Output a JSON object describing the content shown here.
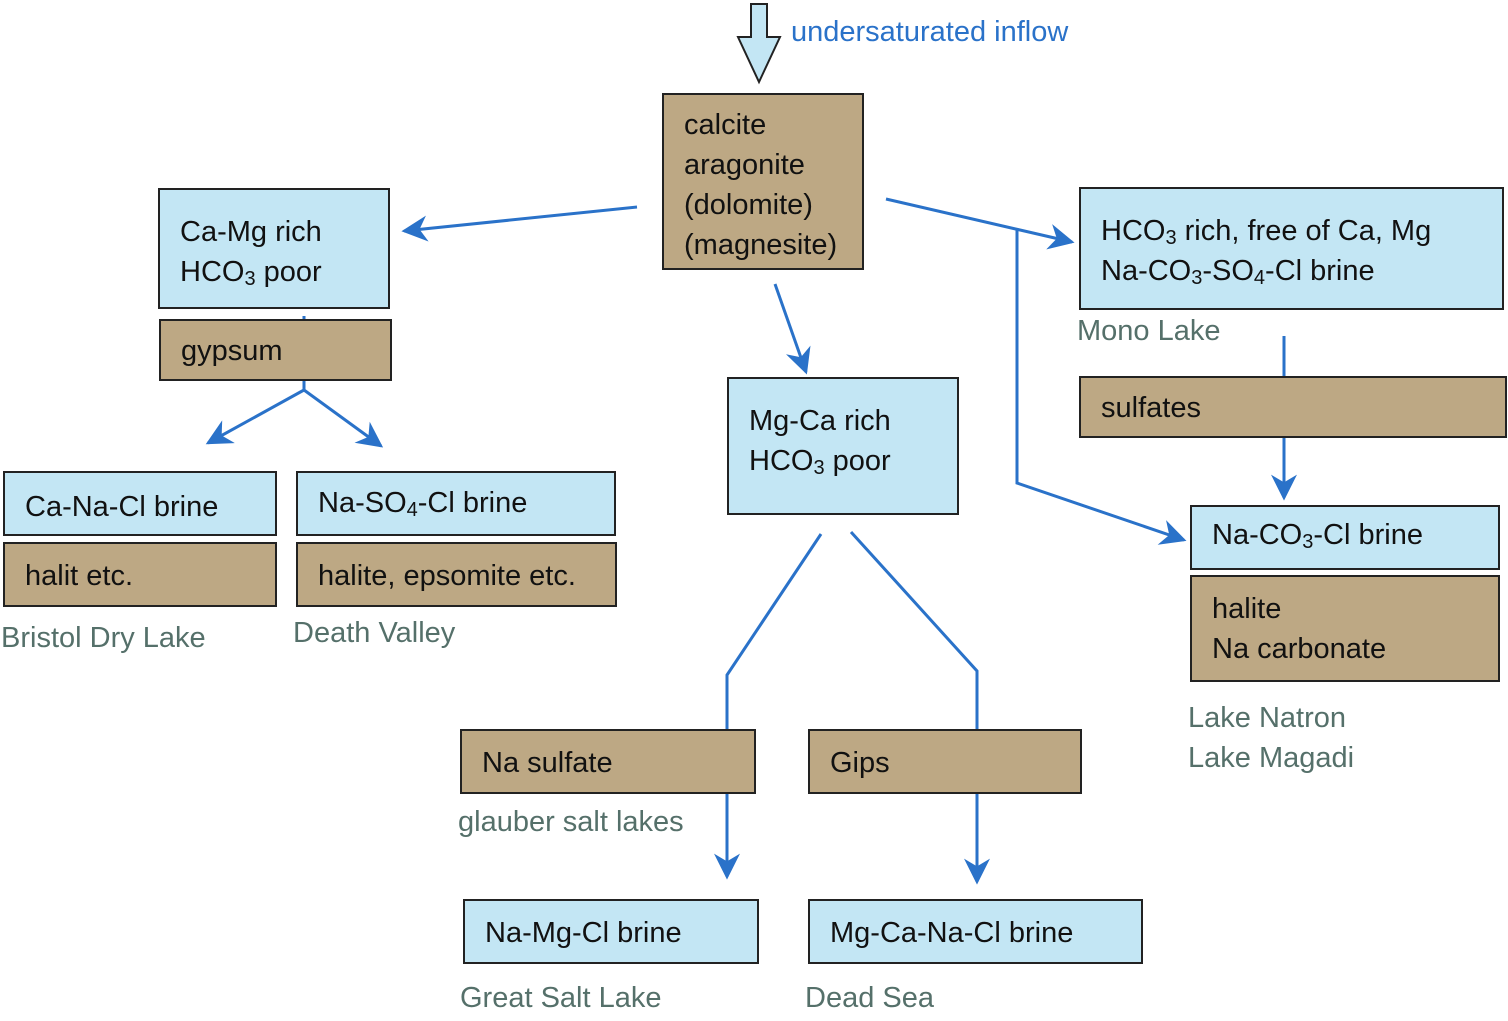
{
  "inflow_label": "undersaturated inflow",
  "top_minerals": [
    "calcite",
    "aragonite",
    "(dolomite)",
    "(magnesite)"
  ],
  "left_branch": {
    "brine_line1": "Ca-Mg rich",
    "brine_line2_pre": "HCO",
    "brine_line2_sub": "3",
    "brine_line2_post": " poor",
    "mineral": "gypsum",
    "sub_left": {
      "brine": "Ca-Na-Cl brine",
      "mineral": "halit etc.",
      "place": "Bristol Dry Lake"
    },
    "sub_right": {
      "brine_pre": "Na-SO",
      "brine_sub": "4",
      "brine_post": "-Cl brine",
      "mineral": "halite, epsomite etc.",
      "place": "Death Valley"
    }
  },
  "middle_branch": {
    "brine_line1": "Mg-Ca rich",
    "brine_line2_pre": "HCO",
    "brine_line2_sub": "3",
    "brine_line2_post": " poor",
    "sub_left": {
      "mineral": "Na sulfate",
      "mineral_place": "glauber salt lakes",
      "brine": "Na-Mg-Cl brine",
      "place": "Great Salt Lake"
    },
    "sub_right": {
      "mineral": "Gips",
      "brine": "Mg-Ca-Na-Cl brine",
      "place": "Dead Sea"
    }
  },
  "right_branch": {
    "brine_line1_pre": "HCO",
    "brine_line1_sub": "3",
    "brine_line1_post": " rich, free of Ca, Mg",
    "brine_line2_a": "Na-CO",
    "brine_line2_sub1": "3",
    "brine_line2_b": "-SO",
    "brine_line2_sub2": "4",
    "brine_line2_c": "-Cl brine",
    "place": "Mono Lake",
    "mineral": "sulfates",
    "final_brine_pre": "Na-CO",
    "final_brine_sub": "3",
    "final_brine_post": "-Cl brine",
    "final_minerals": [
      "halite",
      "Na carbonate"
    ],
    "final_places": [
      "Lake Natron",
      "Lake Magadi"
    ]
  },
  "colors": {
    "brine_box": "#c3e6f4",
    "mineral_box": "#bda884",
    "arrow": "#2a72c9",
    "place_text": "#55706a"
  }
}
